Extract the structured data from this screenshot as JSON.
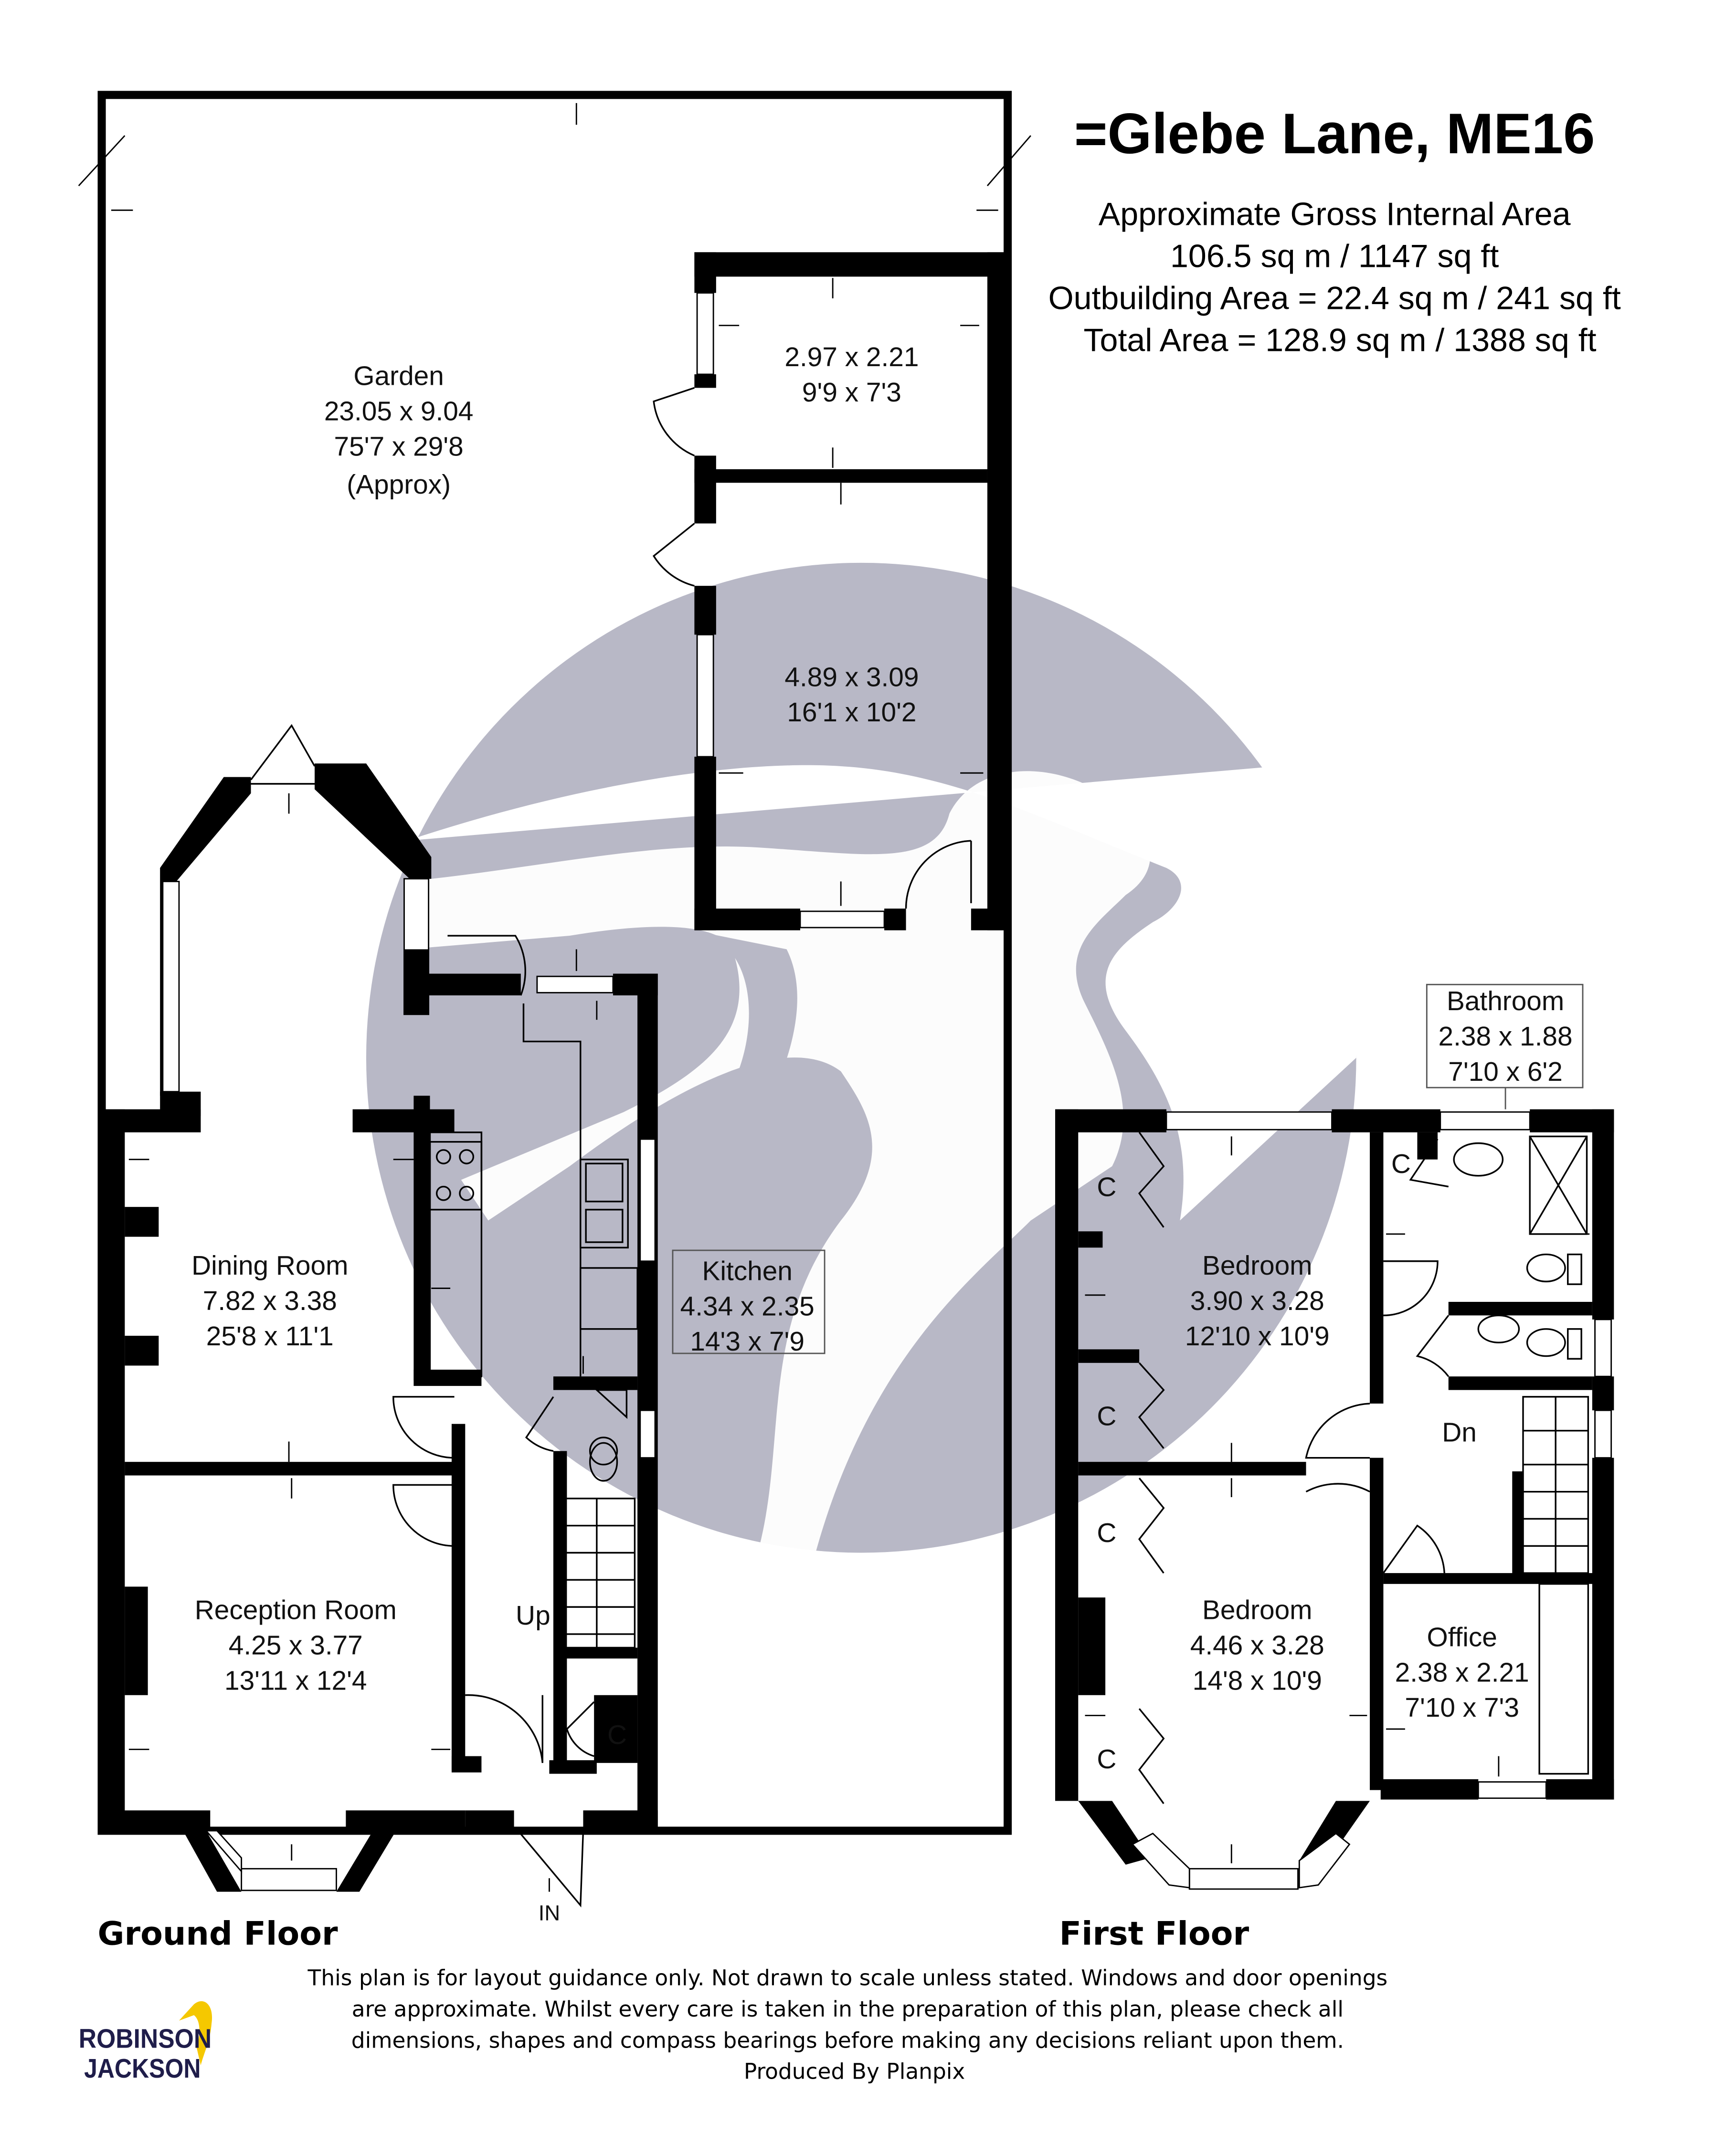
{
  "header": {
    "title": "=Glebe Lane, ME16",
    "area_lines": [
      "Approximate Gross Internal Area",
      "106.5 sq m / 1147 sq ft",
      "Outbuilding Area = 22.4 sq m / 241 sq ft",
      "Total Area =  128.9 sq m / 1388 sq ft"
    ]
  },
  "ground_floor": {
    "label": "Ground Floor",
    "entrance_label": "IN",
    "stairs_label": "Up",
    "cupboard_label": "C",
    "rooms": [
      {
        "name": "Garden",
        "metric": "23.05 x 9.04",
        "imperial": "75'7 x 29'8",
        "note": "(Approx)"
      },
      {
        "name": "",
        "metric": "2.97 x 2.21",
        "imperial": "9'9 x 7'3"
      },
      {
        "name": "",
        "metric": "4.89 x 3.09",
        "imperial": "16'1 x 10'2"
      },
      {
        "name": "Dining Room",
        "metric": "7.82 x 3.38",
        "imperial": "25'8 x 11'1"
      },
      {
        "name": "Kitchen",
        "metric": "4.34 x 2.35",
        "imperial": "14'3 x 7'9"
      },
      {
        "name": "Reception Room",
        "metric": "4.25 x 3.77",
        "imperial": "13'11 x 12'4"
      }
    ]
  },
  "first_floor": {
    "label": "First Floor",
    "stairs_label": "Dn",
    "cupboard_label": "C",
    "rooms": [
      {
        "name": "Bathroom",
        "metric": "2.38 x 1.88",
        "imperial": "7'10 x 6'2"
      },
      {
        "name": "Bedroom",
        "metric": "3.90 x 3.28",
        "imperial": "12'10 x 10'9"
      },
      {
        "name": "Bedroom",
        "metric": "4.46 x 3.28",
        "imperial": "14'8 x 10'9"
      },
      {
        "name": "Office",
        "metric": "2.38 x 2.21",
        "imperial": "7'10 x 7'3"
      }
    ]
  },
  "disclaimer": [
    "This plan is for layout guidance only. Not drawn to scale unless stated. Windows and door openings",
    "are approximate. Whilst every care is taken in the preparation of this plan, please check all",
    "dimensions, shapes and compass bearings before making any decisions reliant upon them.",
    "Produced By Planpix"
  ],
  "logo": {
    "line1": "ROBINSON",
    "line2": "JACKSON",
    "colors": {
      "navy": "#1f1d4a",
      "yellow": "#f5c800"
    }
  },
  "colors": {
    "wall": "#000000",
    "watermark": "#b8b8c6"
  }
}
